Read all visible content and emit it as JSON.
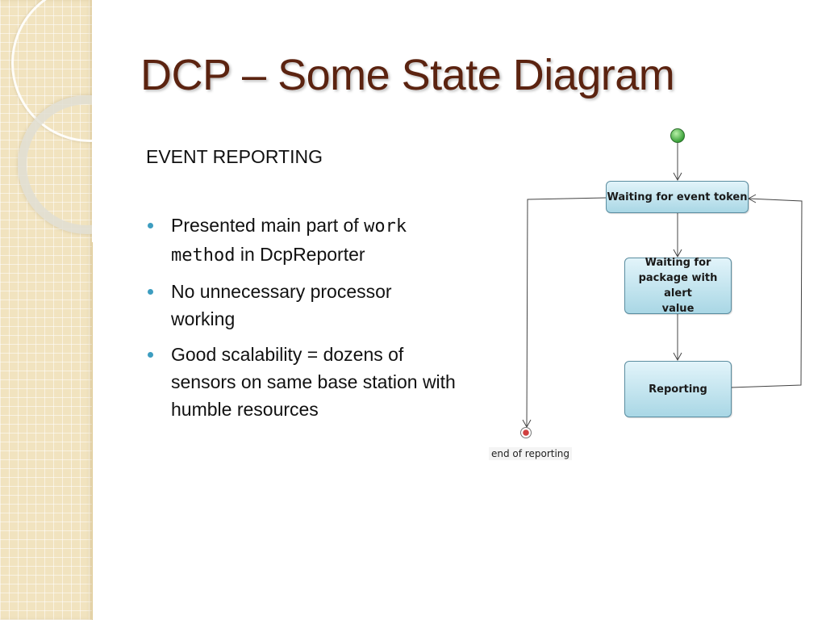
{
  "slide": {
    "title": "DCP – Some State Diagram",
    "subheading": "EVENT REPORTING",
    "bullets": [
      {
        "before": "Presented main part of ",
        "code": "work method",
        "after": " in DcpReporter"
      },
      {
        "text": "No unnecessary processor working"
      },
      {
        "text": "Good scalability = dozens of sensors on same base station with humble resources"
      }
    ]
  },
  "diagram": {
    "states": [
      {
        "id": "waiting-token",
        "lines": [
          "Waiting for event token"
        ]
      },
      {
        "id": "waiting-package",
        "lines": [
          "Waiting for",
          "package with alert",
          "value"
        ]
      },
      {
        "id": "reporting",
        "lines": [
          "Reporting"
        ]
      }
    ],
    "end_label": "end of reporting"
  },
  "colors": {
    "title": "#5b2310",
    "bullet": "#3d9dc0",
    "state_fill_top": "#e2f4fa",
    "state_fill_bottom": "#a9d7e5",
    "initial_node": "#3aa63a",
    "final_node": "#d04040"
  }
}
